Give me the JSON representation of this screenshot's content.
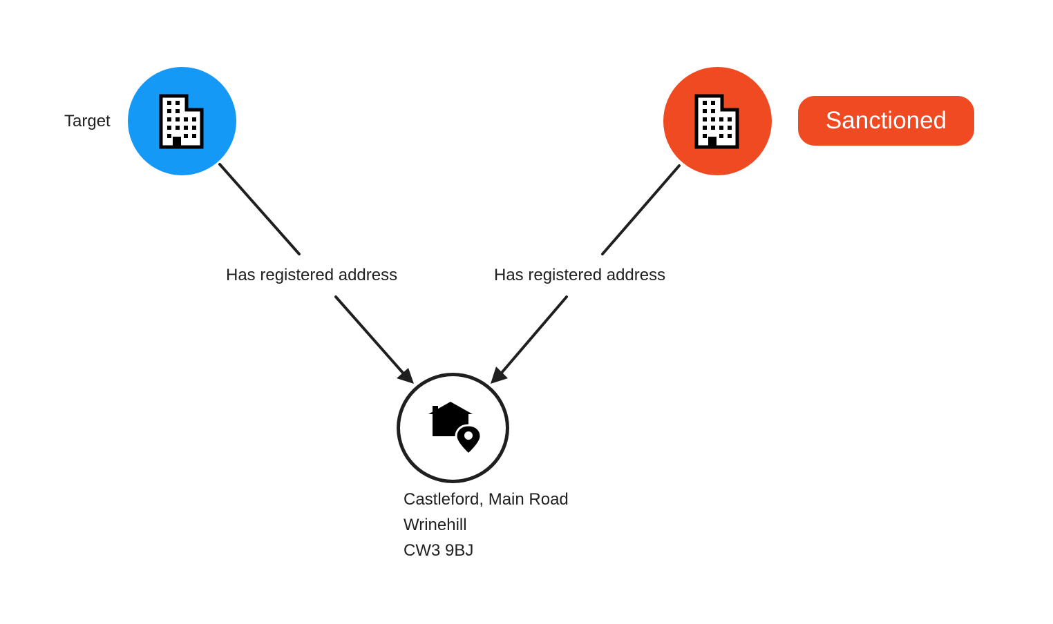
{
  "nodes": {
    "target": {
      "label": "Target",
      "icon": "building-icon",
      "color": "#1499F7"
    },
    "sanctioned": {
      "icon": "building-icon",
      "color": "#F04A23",
      "badge": {
        "label": "Sanctioned",
        "color": "#F04A23"
      }
    },
    "address": {
      "icon": "house-location-icon",
      "lines": [
        "Castleford, Main Road",
        "Wrinehill",
        "CW3 9BJ"
      ]
    }
  },
  "edges": [
    {
      "from": "target",
      "to": "address",
      "label": "Has registered address"
    },
    {
      "from": "sanctioned",
      "to": "address",
      "label": "Has registered address"
    }
  ]
}
